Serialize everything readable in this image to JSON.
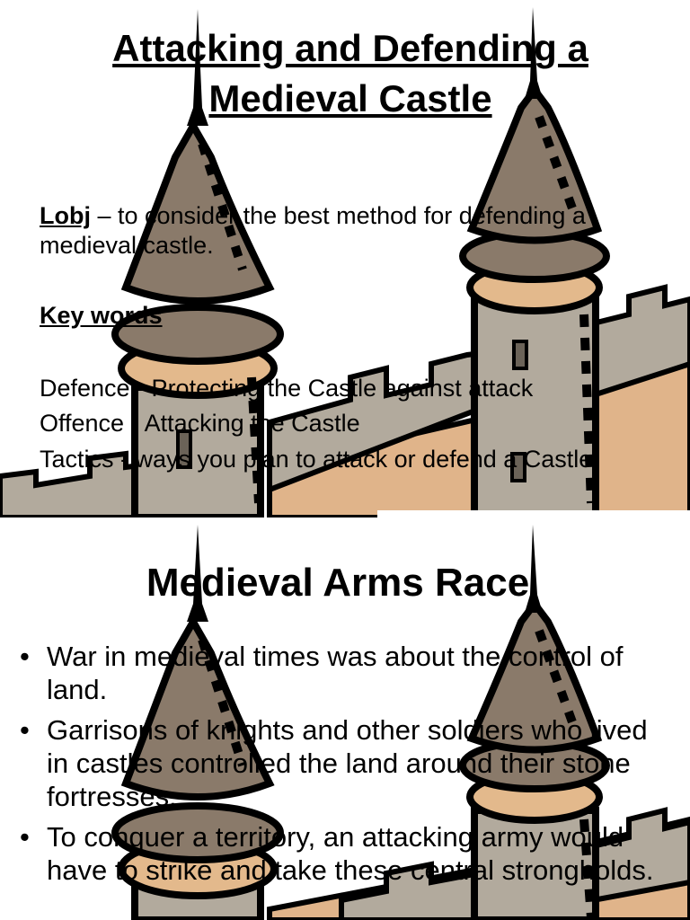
{
  "slide1": {
    "title": "Attacking and Defending a Medieval Castle",
    "lobj_label": "Lobj",
    "lobj_text": " – to consider the best method for defending a medieval castle.",
    "keywords_title": "Key words",
    "keywords": [
      "Defence - Protecting the Castle against attack",
      "Offence - Attacking the Castle",
      "Tactics - ways you plan to attack or defend a Castle"
    ]
  },
  "slide2": {
    "title": "Medieval Arms Race",
    "bullet_symbol": "•",
    "bullets": [
      "War in medieval times was about the control of land.",
      "Garrisons of knights and other soldiers who lived in castles controlled the land around their stone fortresses.",
      "To conquer a territory, an attacking army would have to strike and take these central strongholds."
    ]
  },
  "colors": {
    "tower_stone": "#b2aa9d",
    "roof": "#8a7a6a",
    "sand_band": "#e3b98c",
    "wall_fill": "#e0b48a",
    "outline": "#000000"
  }
}
